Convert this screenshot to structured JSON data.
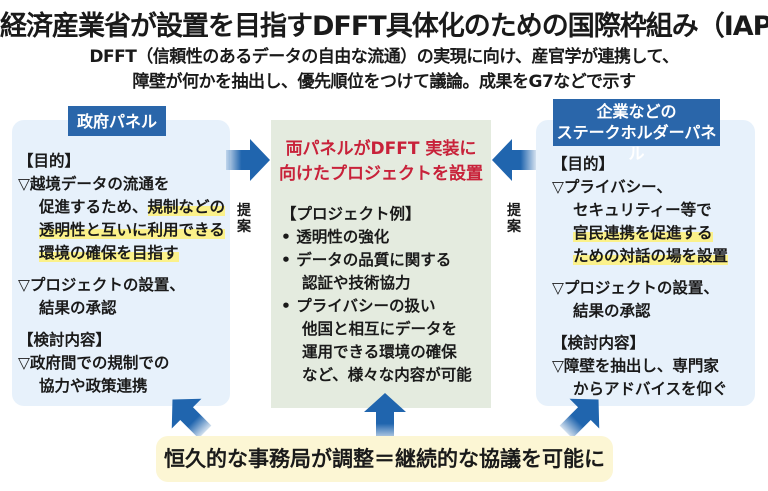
{
  "title": "経済産業省が設置を目指すDFFT具体化のための国際枠組み（IAP)",
  "subtitle": [
    "DFFT（信頼性のあるデータの自由な流通）の実現に向け、産官学が連携して、",
    "障壁が何かを抽出し、優先順位をつけて議論。成果をG7などで示す"
  ],
  "left": {
    "label": "政府パネル",
    "lines": [
      "【目的】",
      "▽越境データの流通を",
      "促進するため、",
      "規制などの",
      "透明性と互いに利用できる",
      "環境の確保を目指す",
      "▽プロジェクトの設置、",
      "結果の承認",
      "【検討内容】",
      "▽政府間での規制での",
      "協力や政策連携"
    ]
  },
  "center": {
    "headline": [
      "両パネルがDFFT 実装に",
      "向けたプロジェクトを設置"
    ],
    "lines": [
      "【プロジェクト例】",
      "• 透明性の強化",
      "• データの品質に関する",
      "認証や技術協力",
      "• プライバシーの扱い",
      "他国と相互にデータを",
      "運用できる環境の確保",
      "など、様々な内容が可能"
    ]
  },
  "right": {
    "label": [
      "企業などの",
      "ステークホルダーパネル"
    ],
    "lines": [
      "【目的】",
      "▽プライバシー、",
      "セキュリティー等で",
      "官民連携を促進する",
      "ための対話の場を設置",
      "▽プロジェクトの設置、",
      "結果の承認",
      "【検討内容】",
      "▽障壁を抽出し、専門家",
      "からアドバイスを仰ぐ"
    ]
  },
  "proposal": [
    "提",
    "案"
  ],
  "banner": "恒久的な事務局が調整＝継続的な協議を可能に",
  "colors": {
    "arrow": "#2065ae",
    "label_bg": "#2a66aa",
    "highlight": "#fbf18a",
    "headline": "#c8223a"
  }
}
